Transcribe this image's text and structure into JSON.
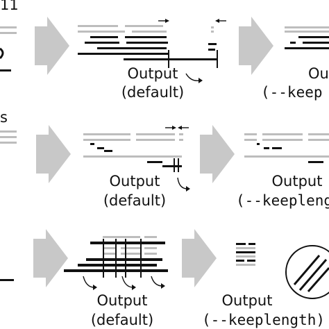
{
  "colors": {
    "gray_read": "#bdbdbd",
    "black_read": "#111111",
    "arrow_fill": "#c8c8c8"
  },
  "rows": [
    {
      "corner_label": "11",
      "outputs": [
        {
          "line1": "Output",
          "line2": "(default)"
        },
        {
          "line1": "Outp",
          "line2": "(--keep"
        }
      ]
    },
    {
      "corner_label": "s",
      "outputs": [
        {
          "line1": "Output",
          "line2": "(default)"
        },
        {
          "line1": "Output",
          "line2": "(--keeplengt"
        }
      ]
    },
    {
      "corner_label": "",
      "outputs": [
        {
          "line1": "Output",
          "line2": "(default)"
        },
        {
          "line1": "Output",
          "line2": "(--keeplength)"
        }
      ]
    }
  ]
}
